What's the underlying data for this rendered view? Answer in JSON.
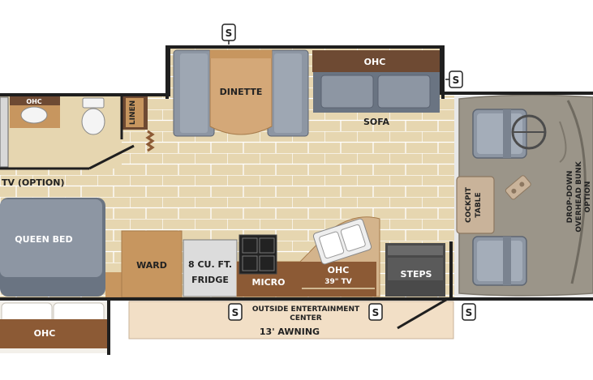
{
  "labels": {
    "ohc_top": "OHC",
    "dinette": "DINETTE",
    "sofa": "SOFA",
    "ohc_bath": "OHC",
    "linen": "LINEN",
    "tv_option": "TV (OPTION)",
    "queen_bed": "QUEEN BED",
    "ohc_bottom": "OHC",
    "ward": "WARD",
    "fridge_line1": "8 CU. FT.",
    "fridge_line2": "FRIDGE",
    "micro": "MICRO",
    "ohc_tv_line1": "OHC",
    "ohc_tv_line2": "39\" TV",
    "steps": "STEPS",
    "cockpit_line1": "COCKPIT",
    "cockpit_line2": "TABLE",
    "bunk_line1": "DROP-DOWN",
    "bunk_line2": "OVERHEAD BUNK",
    "bunk_line3": "OPTION",
    "outside_line1": "OUTSIDE ENTERTAINMENT",
    "outside_line2": "CENTER",
    "awning": "13' AWNING"
  },
  "slide_marker": "S",
  "colors": {
    "floor": "#e6d6b0",
    "tile_line": "#ffffff",
    "wall": "#1f1f1f",
    "cabinet": "#6e4a33",
    "wood_light": "#c7965f",
    "wood_mid": "#b0804f",
    "upholstery": "#8d96a3",
    "upholstery_dark": "#6a7482",
    "cab_floor": "#9b9589",
    "awning": "#f2dfc6"
  }
}
